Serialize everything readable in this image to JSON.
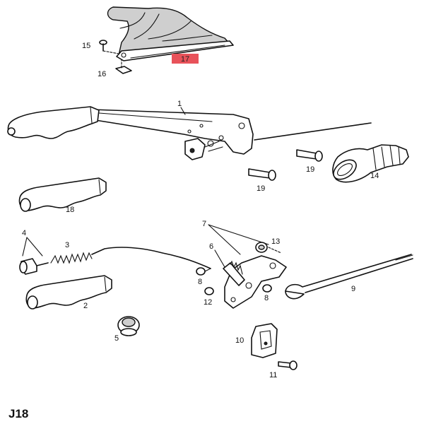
{
  "figure_code": "J18",
  "highlight_color": "#e8525a",
  "parts": {
    "p1": "1",
    "p2": "2",
    "p3": "3",
    "p4": "4",
    "p5": "5",
    "p6": "6",
    "p7": "7",
    "p8a": "8",
    "p8b": "8",
    "p9": "9",
    "p10": "10",
    "p11": "11",
    "p12": "12",
    "p13": "13",
    "p14": "14",
    "p15": "15",
    "p16": "16",
    "p17": "17",
    "p18": "18",
    "p19a": "19",
    "p19b": "19"
  }
}
